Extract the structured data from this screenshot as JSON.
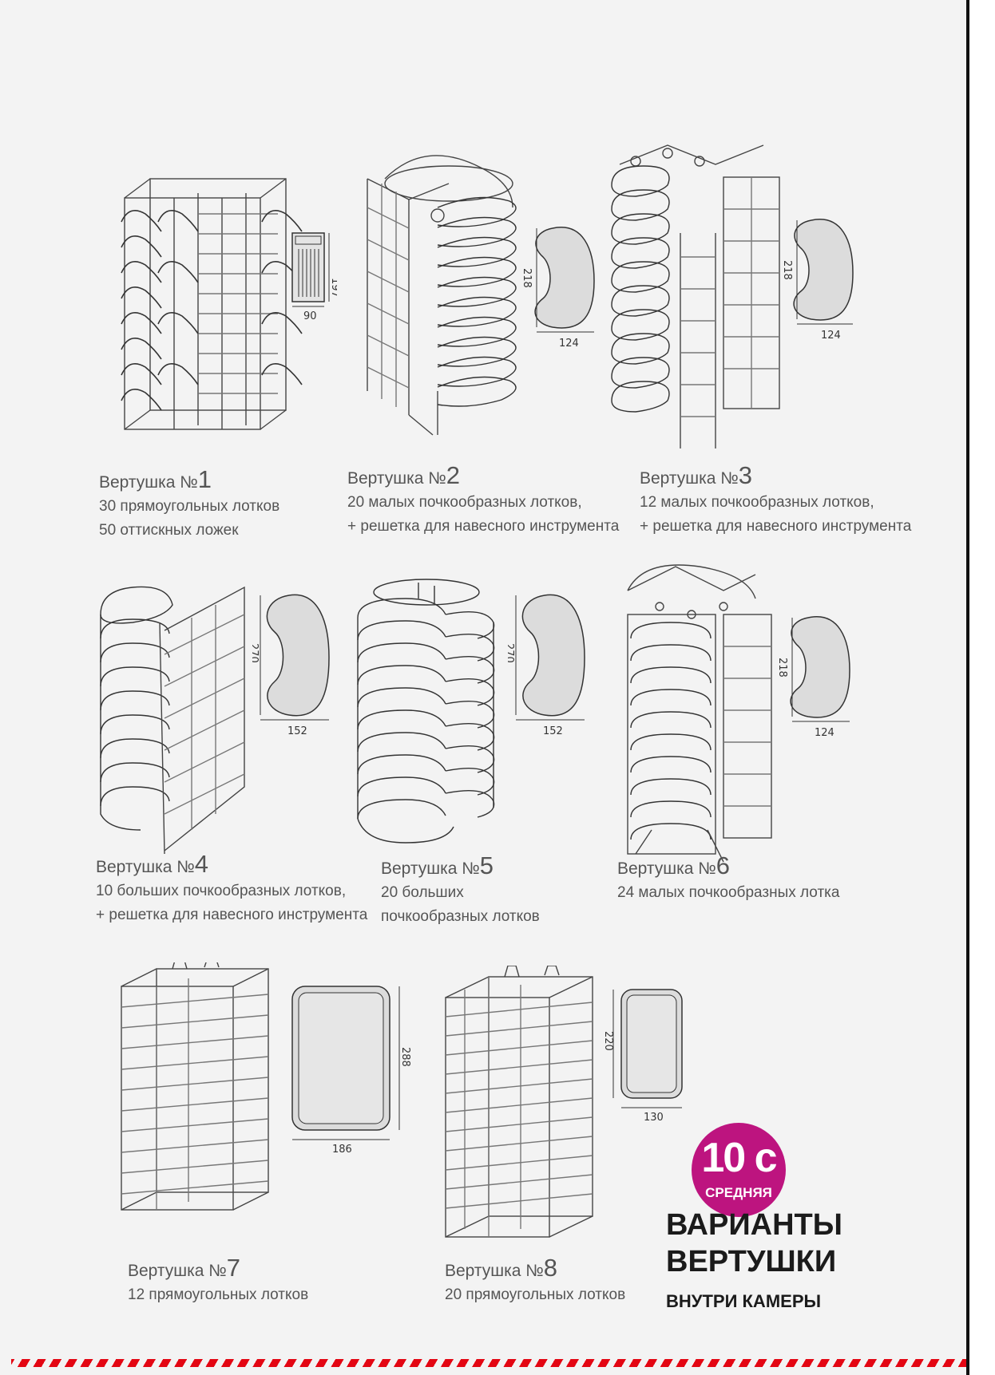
{
  "items": [
    {
      "title": "Вертушка №",
      "number": "1",
      "lines": [
        "30 прямоугольных лотков",
        "50 оттискных ложек"
      ],
      "dims": [
        "197",
        "90"
      ]
    },
    {
      "title": "Вертушка №",
      "number": "2",
      "lines": [
        "20 малых почкообразных лотков,",
        "+ решетка для навесного инструмента"
      ],
      "dims": [
        "218",
        "124"
      ]
    },
    {
      "title": "Вертушка №",
      "number": "3",
      "lines": [
        "12 малых почкообразных лотков,",
        "+ решетка для навесного инструмента"
      ],
      "dims": [
        "218",
        "124"
      ]
    },
    {
      "title": "Вертушка №",
      "number": "4",
      "lines": [
        "10 больших почкообразных лотков,",
        "+ решетка для навесного инструмента"
      ],
      "dims": [
        "270",
        "152"
      ]
    },
    {
      "title": "Вертушка №",
      "number": "5",
      "lines": [
        "20 больших",
        "почкообразных лотков"
      ],
      "dims": [
        "270",
        "152"
      ]
    },
    {
      "title": "Вертушка №",
      "number": "6",
      "lines": [
        "24 малых почкообразных лотка"
      ],
      "dims": [
        "218",
        "124"
      ]
    },
    {
      "title": "Вертушка №",
      "number": "7",
      "lines": [
        "12 прямоугольных лотков"
      ],
      "dims": [
        "288",
        "186"
      ]
    },
    {
      "title": "Вертушка №",
      "number": "8",
      "lines": [
        "20 прямоугольных лотков"
      ],
      "dims": [
        "220",
        "130"
      ]
    }
  ],
  "badge": {
    "value": "10 с",
    "label": "СРЕДНЯЯ",
    "color": "#bd147f"
  },
  "heading": {
    "line1": "ВАРИАНТЫ",
    "line2": "ВЕРТУШКИ",
    "subtitle": "ВНУТРИ КАМЕРЫ"
  },
  "colors": {
    "stripe": "#e30613",
    "text": "#555555",
    "heading": "#1b1b1b"
  }
}
